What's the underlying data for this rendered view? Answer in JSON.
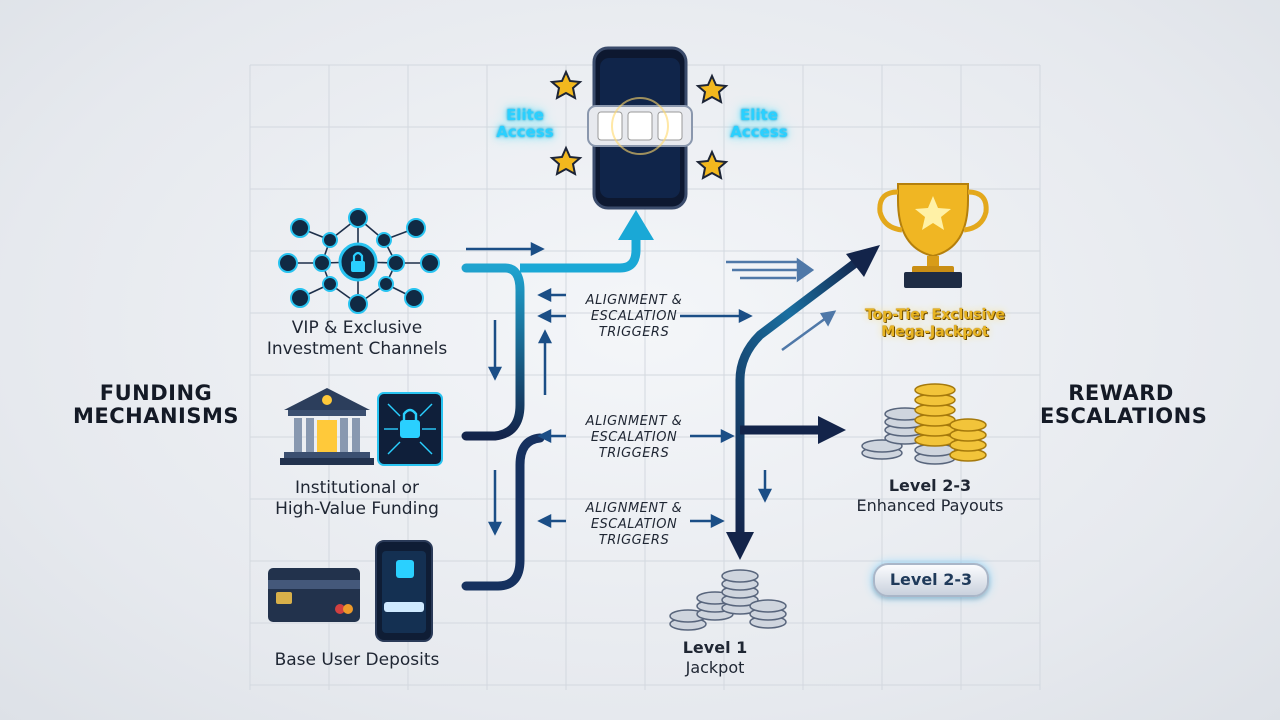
{
  "left_title_line1": "FUNDING",
  "left_title_line2": "MECHANISMS",
  "right_title_line1": "REWARD",
  "right_title_line2": "ESCALATIONS",
  "sources": [
    {
      "line1": "VIP & Exclusive",
      "line2": "Investment Channels"
    },
    {
      "line1": "Institutional or",
      "line2": "High-Value Funding"
    },
    {
      "line1": "Base User Deposits",
      "line2": ""
    }
  ],
  "triggers": [
    {
      "line1": "ALIGNMENT &",
      "line2": "ESCALATION",
      "line3": "TRIGGERS"
    },
    {
      "line1": "ALIGNMENT &",
      "line2": "ESCALATION",
      "line3": "TRIGGERS"
    },
    {
      "line1": "ALIGNMENT &",
      "line2": "ESCALATION",
      "line3": "TRIGGERS"
    }
  ],
  "elite_left": {
    "line1": "Elite",
    "line2": "Access"
  },
  "elite_right": {
    "line1": "Elite",
    "line2": "Access"
  },
  "top_tier": {
    "line1": "Top-Tier Exclusive",
    "line2": "Mega-Jackpot"
  },
  "level23": {
    "line1": "Level 2-3",
    "line2": "Enhanced Payouts"
  },
  "level1": {
    "line1": "Level 1",
    "line2": "Jackpot"
  },
  "badge": "Level 2-3",
  "colors": {
    "cyan": "#1aa8d6",
    "navy": "#13244a",
    "gold": "#e8b422",
    "glow": "#46d9ff"
  }
}
